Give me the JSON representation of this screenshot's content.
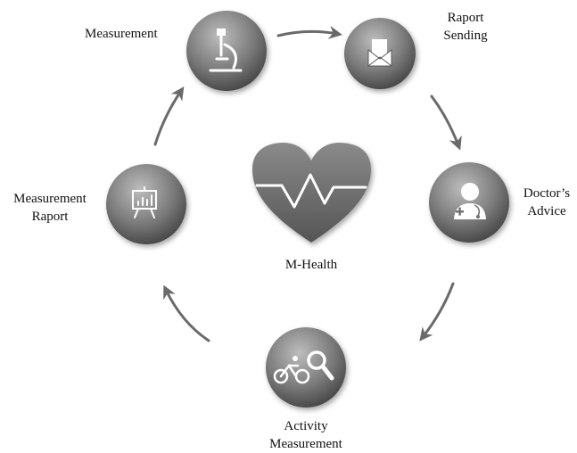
{
  "center": {
    "label": "M-Health",
    "icon": "heart-pulse-icon"
  },
  "nodes": [
    {
      "id": "measurement",
      "lines": [
        "Measurement"
      ],
      "icon": "microscope-icon"
    },
    {
      "id": "raport-sending",
      "lines": [
        "Raport",
        "Sending"
      ],
      "icon": "envelope-document-icon"
    },
    {
      "id": "doctors-advice",
      "lines": [
        "Doctor’s",
        "Advice"
      ],
      "icon": "doctor-icon"
    },
    {
      "id": "activity-measurement",
      "lines": [
        "Activity",
        "Measurement"
      ],
      "icon": "cyclist-search-icon"
    },
    {
      "id": "measurement-raport",
      "lines": [
        "Measurement",
        "Raport"
      ],
      "icon": "presentation-chart-icon"
    }
  ],
  "colors": {
    "circle_light": "#b8b8b8",
    "circle_dark": "#4a4a4a",
    "heart": "#6e6e6e",
    "arrow": "#6a6a6a"
  }
}
